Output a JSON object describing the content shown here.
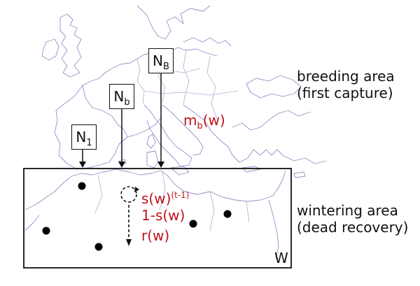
{
  "labels": {
    "breeding_line1": "breeding area",
    "breeding_line2": "(first capture)",
    "wintering_line1": "wintering area",
    "wintering_line2": "(dead recovery)",
    "region_w": "W"
  },
  "boxes": [
    {
      "base": "N",
      "sub": "1"
    },
    {
      "base": "N",
      "sub": "b"
    },
    {
      "base": "N",
      "sub": "B"
    }
  ],
  "migration": {
    "base": "m",
    "sub": "b",
    "arg": "(w)"
  },
  "processes": {
    "survival_base": "s(w)",
    "survival_exp": "(t-1)",
    "mortality": "1-s(w)",
    "recovery": "r(w)"
  },
  "colors": {
    "highlight": "#c0121a",
    "coast": "#8f93c8",
    "ink": "#111111"
  }
}
